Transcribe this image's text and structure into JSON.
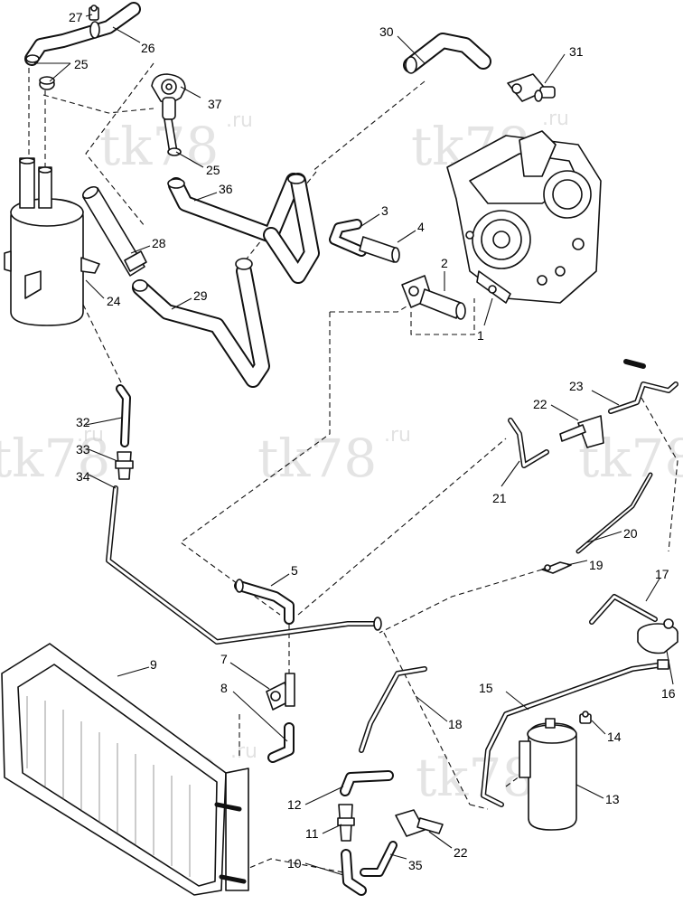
{
  "watermark": {
    "main": "tk78",
    "suffix": ".ru"
  },
  "callouts": [
    "1",
    "2",
    "3",
    "4",
    "5",
    "7",
    "8",
    "9",
    "10",
    "11",
    "12",
    "13",
    "14",
    "15",
    "16",
    "17",
    "18",
    "19",
    "20",
    "21",
    "22",
    "22",
    "23",
    "24",
    "25",
    "25",
    "26",
    "27",
    "28",
    "29",
    "30",
    "31",
    "32",
    "33",
    "34",
    "35",
    "36",
    "37"
  ]
}
